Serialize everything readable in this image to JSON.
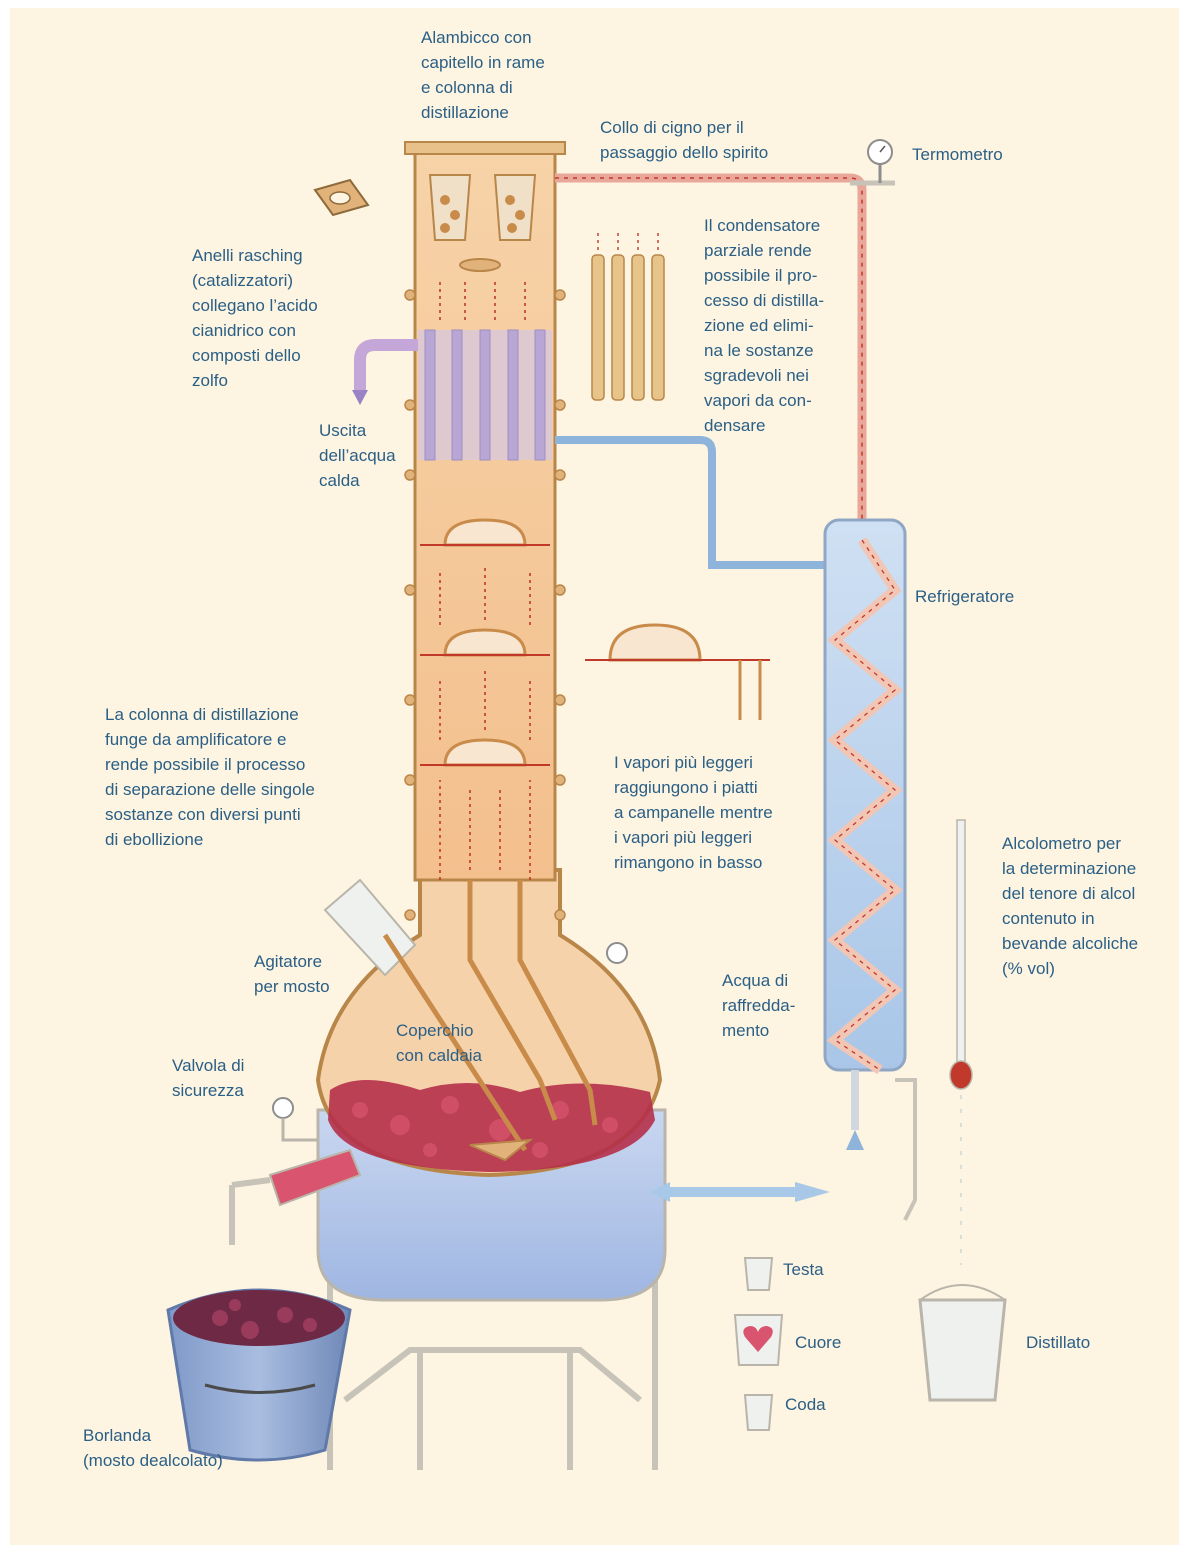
{
  "colors": {
    "background": "#fdf4e1",
    "label_text": "#2a5f86",
    "copper": "#c98b4a",
    "mash": "#b5304a",
    "cooling_water": "#8fb4dc",
    "vapor_arrows": "#c0392b"
  },
  "labels": {
    "alembic": "Alambicco con\ncapitello in rame\ne colonna di\ndistillazione",
    "swan_neck": "Collo di cigno per il\npassaggio dello spirito",
    "thermometer": "Termometro",
    "rasching_rings": "Anelli rasching\n(catalizzatori)\ncollegano l’acido\ncianidrico con\ncomposti dello\nzolfo",
    "partial_condenser": "Il condensatore\nparziale rende\npossibile il pro-\ncesso di distilla-\nzione ed elimi-\nna le sostanze\nsgradevoli nei\nvapori da con-\ndensare",
    "hot_water_outlet": "Uscita\ndell’acqua\ncalda",
    "refrigerator": "Refrigeratore",
    "distillation_column": "La colonna di distillazione\nfunge da amplificatore e\nrende possibile il processo\ndi separazione delle singole\nsostanze con diversi punti\ndi ebollizione",
    "vapors": "I vapori più leggeri\nraggiungono i piatti\na campanelle mentre\ni vapori più leggeri\nrimangono in basso",
    "alcoholmeter": "Alcolometro per\nla determinazione\ndel tenore di alcol\ncontenuto in\nbevande alcoliche\n(% vol)",
    "agitator": "Agitatore\nper mosto",
    "cooling_water": "Acqua di\nraffredda-\nmento",
    "lid": "Coperchio\ncon caldaia",
    "safety_valve": "Valvola di\nsicurezza",
    "heads": "Testa",
    "heart": "Cuore",
    "tails": "Coda",
    "distillate": "Distillato",
    "stillage": "Borlanda\n(mosto dealcolato)"
  }
}
